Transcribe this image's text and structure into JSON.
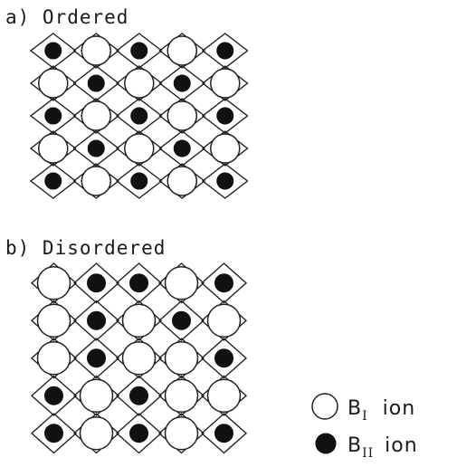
{
  "panels": [
    {
      "id": "ordered",
      "label": "a) Ordered",
      "grid": [
        [
          "II",
          "I",
          "II",
          "I",
          "II"
        ],
        [
          "I",
          "II",
          "I",
          "II",
          "I"
        ],
        [
          "II",
          "I",
          "II",
          "I",
          "II"
        ],
        [
          "I",
          "II",
          "I",
          "II",
          "I"
        ],
        [
          "II",
          "I",
          "II",
          "I",
          "II"
        ]
      ]
    },
    {
      "id": "disordered",
      "label": "b) Disordered",
      "grid": [
        [
          "I",
          "II",
          "II",
          "I",
          "II"
        ],
        [
          "I",
          "II",
          "I",
          "II",
          "I"
        ],
        [
          "I",
          "II",
          "I",
          "I",
          "II"
        ],
        [
          "II",
          "I",
          "II",
          "I",
          "I"
        ],
        [
          "II",
          "I",
          "II",
          "I",
          "II"
        ]
      ]
    }
  ],
  "legend": {
    "items": [
      {
        "type": "I",
        "symbol": "open-circle",
        "main": "B",
        "sub": "I",
        "suffix": "ion"
      },
      {
        "type": "II",
        "symbol": "filled-circle",
        "main": "B",
        "sub": "II",
        "suffix": "ion"
      }
    ]
  },
  "colors": {
    "ink": "#111111",
    "open_fill": "#ffffff"
  }
}
